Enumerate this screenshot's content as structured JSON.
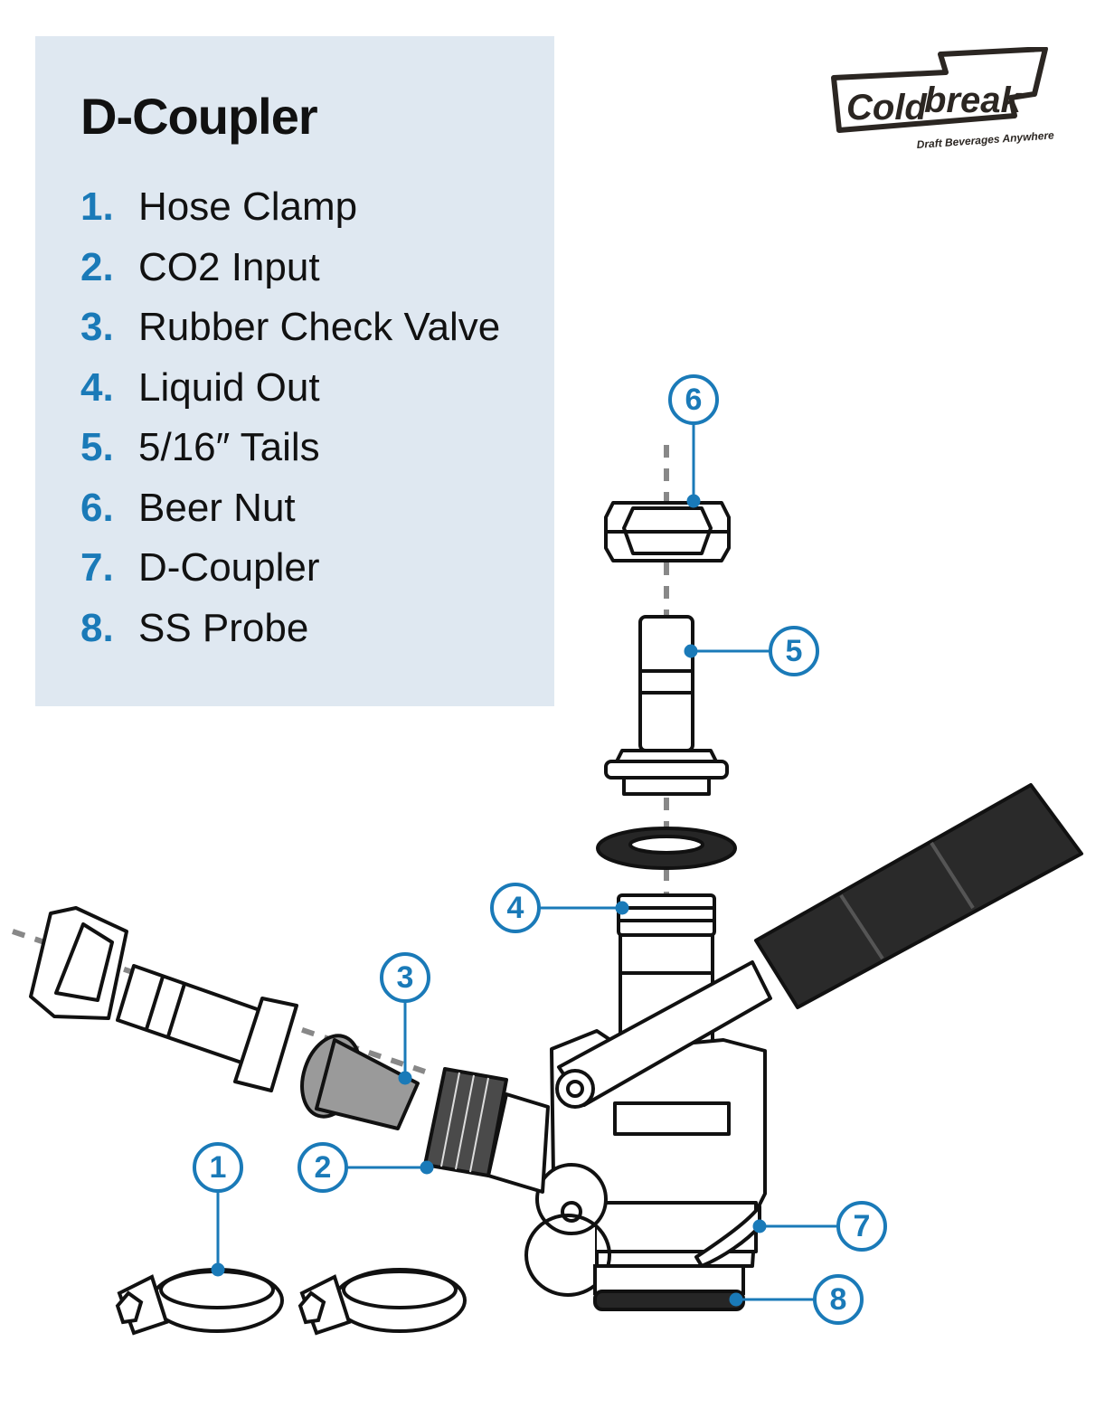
{
  "title": "D-Coupler",
  "parts": [
    {
      "number": "1.",
      "label": "Hose Clamp"
    },
    {
      "number": "2.",
      "label": "CO2 Input"
    },
    {
      "number": "3.",
      "label": "Rubber Check Valve"
    },
    {
      "number": "4.",
      "label": "Liquid Out"
    },
    {
      "number": "5.",
      "label": "5/16″ Tails"
    },
    {
      "number": "6.",
      "label": "Beer Nut"
    },
    {
      "number": "7.",
      "label": "D-Coupler"
    },
    {
      "number": "8.",
      "label": "SS Probe"
    }
  ],
  "callouts": [
    "1",
    "2",
    "3",
    "4",
    "5",
    "6",
    "7",
    "8"
  ],
  "logo": {
    "word1": "Cold",
    "word2": "break",
    "tagline": "Draft Beverages Anywhere"
  },
  "colors": {
    "accent": "#1a7ab8",
    "panel": "#dfe8f1",
    "ink": "#111111",
    "handle": "#2a2a2a",
    "rubber": "#9a9a9a"
  }
}
